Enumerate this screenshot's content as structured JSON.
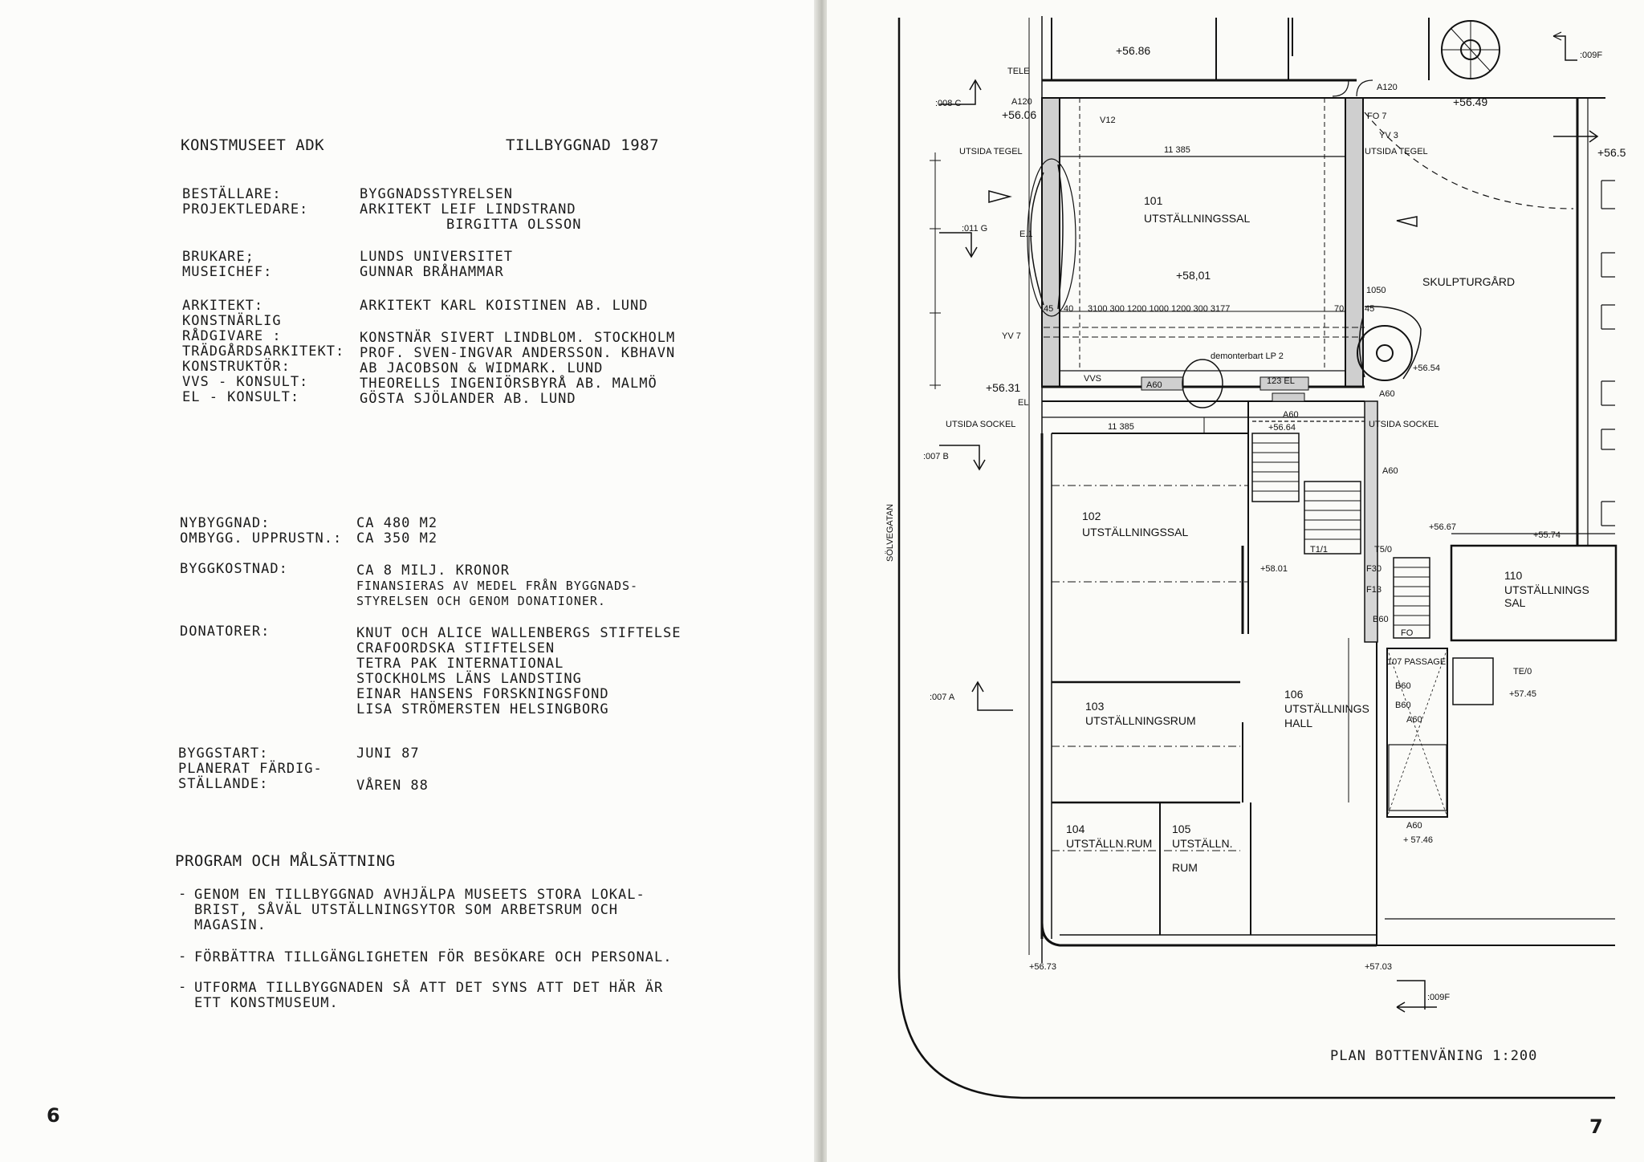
{
  "left_page": {
    "header_left": "KONSTMUSEET ADK",
    "header_right": "TILLBYGGNAD 1987",
    "roles": [
      {
        "label": "BESTÄLLARE:",
        "value": "BYGGNADSSTYRELSEN"
      },
      {
        "label": "PROJEKTLEDARE:",
        "value": "ARKITEKT LEIF LINDSTRAND"
      },
      {
        "label": "",
        "value": "BIRGITTA OLSSON"
      },
      {
        "label": "BRUKARE;",
        "value": "LUNDS UNIVERSITET"
      },
      {
        "label": "MUSEICHEF:",
        "value": "GUNNAR BRÅHAMMAR"
      },
      {
        "label": "ARKITEKT:",
        "value": "ARKITEKT KARL KOISTINEN AB. LUND"
      },
      {
        "label": "KONSTNÄRLIG",
        "value": ""
      },
      {
        "label": "RÅDGIVARE :",
        "value": "KONSTNÄR SIVERT LINDBLOM. STOCKHOLM"
      },
      {
        "label": "TRÄDGÅRDSARKITEKT:",
        "value": "PROF. SVEN-INGVAR ANDERSSON. KBHAVN"
      },
      {
        "label": "KONSTRUKTÖR:",
        "value": "AB JACOBSON & WIDMARK. LUND"
      },
      {
        "label": "VVS - KONSULT:",
        "value": "THEORELLS INGENIÖRSBYRÅ AB. MALMÖ"
      },
      {
        "label": "EL - KONSULT:",
        "value": "GÖSTA SJÖLANDER AB. LUND"
      }
    ],
    "area": [
      {
        "label": "NYBYGGNAD:",
        "value": "CA 480 M2"
      },
      {
        "label": "OMBYGG. UPPRUSTN.:",
        "value": "CA 350 M2"
      }
    ],
    "cost_label": "BYGGKOSTNAD:",
    "cost_lines": [
      "CA 8 MILJ. KRONOR",
      "FINANSIERAS AV MEDEL FRÅN BYGGNADS-",
      "STYRELSEN OCH GENOM DONATIONER."
    ],
    "donors_label": "DONATORER:",
    "donors": [
      "KNUT OCH ALICE WALLENBERGS STIFTELSE",
      "CRAFOORDSKA STIFTELSEN",
      "TETRA PAK INTERNATIONAL",
      "STOCKHOLMS LÄNS LANDSTING",
      "EINAR HANSENS FORSKNINGSFOND",
      "LISA STRÖMERSTEN HELSINGBORG"
    ],
    "schedule": [
      {
        "label": "BYGGSTART:",
        "value": "JUNI 87"
      },
      {
        "label": "PLANERAT FÄRDIG-",
        "value": ""
      },
      {
        "label": "STÄLLANDE:",
        "value": "VÅREN 88"
      }
    ],
    "program_title": "PROGRAM OCH MÅLSÄTTNING",
    "goals": [
      {
        "l1": "GENOM EN TILLBYGGNAD AVHJÄLPA MUSEETS STORA LOKAL-",
        "l2": "BRIST, SÅVÄL UTSTÄLLNINGSYTOR SOM ARBETSRUM OCH",
        "l3": "MAGASIN."
      },
      {
        "l1": "FÖRBÄTTRA TILLGÄNGLIGHETEN FÖR BESÖKARE OCH PERSONAL.",
        "l2": "",
        "l3": ""
      },
      {
        "l1": "UTFORMA TILLBYGGNADEN SÅ ATT DET SYNS ATT DET HÄR ÄR",
        "l2": "ETT KONSTMUSEUM.",
        "l3": ""
      }
    ],
    "bullet": "-",
    "page_number": "6"
  },
  "right_page": {
    "street": "SÖLVEGATAN",
    "caption": "PLAN BOTTENVÄNING 1:200",
    "page_number": "7",
    "rooms": {
      "r101_num": "101",
      "r101_name": "UTSTÄLLNINGSSAL",
      "r101_lvl": "+58,01",
      "r102_num": "102",
      "r102_name": "UTSTÄLLNINGSSAL",
      "r103_num": "103",
      "r103_name": "UTSTÄLLNINGSRUM",
      "r104_num": "104",
      "r104_name": "UTSTÄLLN.RUM",
      "r105_num": "105",
      "r105_name1": "UTSTÄLLN.",
      "r105_name2": "RUM",
      "r106_num": "106",
      "r106_name1": "UTSTÄLLNINGS",
      "r106_name2": "HALL",
      "r107": "107 PASSAGE",
      "r110_num": "110",
      "r110_name1": "UTSTÄLLNINGS",
      "r110_name2": "SAL",
      "garden": "SKULPTURGÅRD"
    },
    "labels": {
      "lvl_5686": "+56.86",
      "lvl_5606": "+56.06",
      "lvl_5649": "+56.49",
      "lvl_565": "+56.5",
      "lvl_5631": "+56.31",
      "lvl_5801b": "+58.01",
      "lvl_5667": "+56.67",
      "lvl_5574": "+55.74",
      "lvl_5745": "+57.45",
      "lvl_5746": "+ 57.46",
      "lvl_5673": "+56.73",
      "lvl_5703": "+57.03",
      "lvl_5654": "+56.54",
      "lvl_5564": "+56.64",
      "tele": "TELE",
      "a120a": "A120",
      "a120b": "A120",
      "utsida_tegel_l": "UTSIDA TEGEL",
      "utsida_tegel_r": "UTSIDA TEGEL",
      "utsida_sockel_l": "UTSIDA SOCKEL",
      "utsida_sockel_r": "UTSIDA SOCKEL",
      "dim_11385a": "11 385",
      "dim_11385b": "11 385",
      "sec_008c": ":008 C",
      "sec_011g": ":011 G",
      "sec_007b": ":007 B",
      "sec_007a": ":007 A",
      "sec_009f_top": ":009F",
      "sec_009f_bot": ":009F",
      "v12": "V12",
      "fo7": "FO 7",
      "yv3": "YV 3",
      "e1": "E.1",
      "yv7": "YV 7",
      "el": "EL",
      "vvs": "VVS",
      "a60a": "A60",
      "a60b": "A60",
      "a60c": "A60",
      "a60d": "A60",
      "a60e": "A60",
      "a60f": "A60",
      "el123": "123 EL",
      "demonterbart": "demonterbart LP 2",
      "t11": "T1/1",
      "t50": "T5/0",
      "t60": "TE/0",
      "f30": "F30",
      "f13": "F13",
      "b60a": "B60",
      "b60b": "B60",
      "b60c": "B60",
      "fo": "FO",
      "dims_row": "3100   300  1200  1000  1200  300  3177",
      "dim_1050": "1050",
      "dim_45a": "45",
      "dim_45b": "45",
      "dim_40": "40",
      "dim_70": "70"
    }
  }
}
